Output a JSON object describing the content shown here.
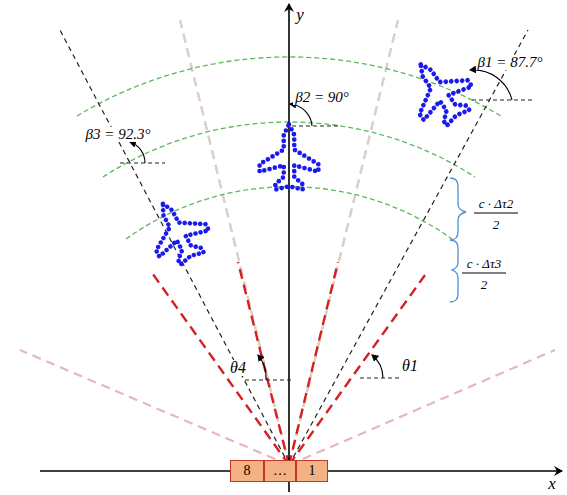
{
  "diagram": {
    "nodes": [
      {
        "text": [
          "8"
        ]
      },
      {
        "text": [
          "…"
        ]
      },
      {
        "text": [
          "1"
        ]
      }
    ],
    "labels": [
      "y",
      "x",
      "β1 = 87.7°",
      "β2 = 90°",
      "β3 = 92.3°",
      "θ4",
      "θ1",
      "c · Δτ2",
      "2",
      "c · Δτ3",
      "2"
    ]
  }
}
